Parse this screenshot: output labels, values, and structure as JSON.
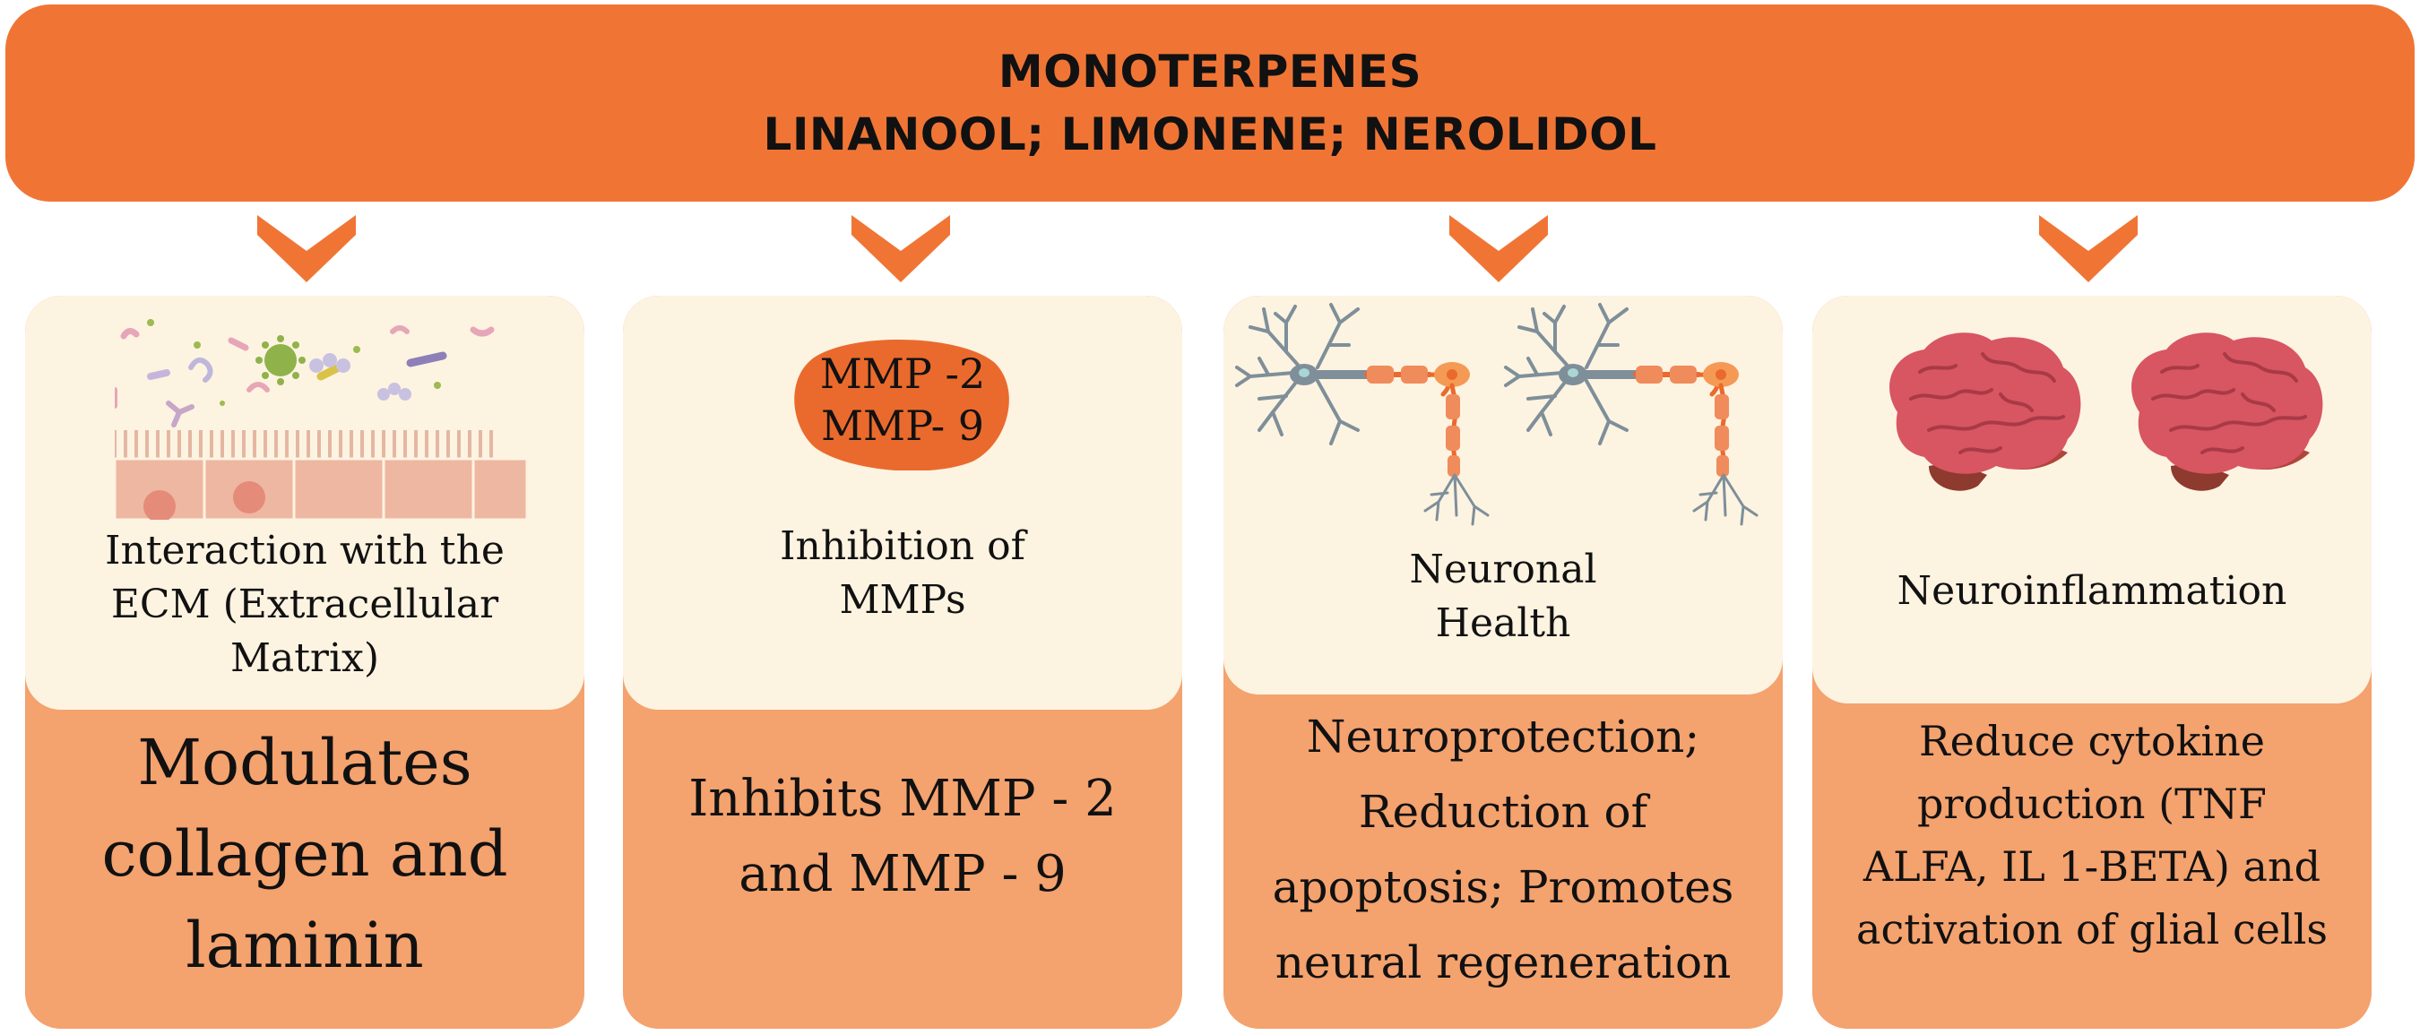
{
  "banner": {
    "line1": "MONOTERPENES",
    "line2": "LINANOOL; LIMONENE; NEROLIDOL"
  },
  "cards": [
    {
      "title": "Interaction with the ECM (Extracellular Matrix)",
      "title_lines": [
        "Interaction with the",
        "ECM (Extracellular",
        "Matrix)"
      ],
      "body_lines": [
        "Modulates",
        "collagen and",
        "laminin"
      ],
      "icon": "extracellular-matrix-icon"
    },
    {
      "title_lines": [
        "Inhibition of",
        "MMPs"
      ],
      "badge_lines": [
        "MMP -2",
        "MMP- 9"
      ],
      "body_lines": [
        "Inhibits MMP - 2",
        "and MMP - 9"
      ],
      "icon": "mmp-blob-icon"
    },
    {
      "title_lines": [
        "Neuronal",
        "Health"
      ],
      "body_lines": [
        "Neuroprotection;",
        "Reduction of",
        "apoptosis; Promotes",
        "neural regeneration"
      ],
      "icon": "neuron-icon"
    },
    {
      "title_lines": [
        "Neuroinflammation"
      ],
      "body_lines": [
        "Reduce cytokine",
        "production (TNF",
        "ALFA, IL 1-BETA) and",
        "activation of glial cells"
      ],
      "icon": "brain-icon"
    }
  ],
  "colors": {
    "banner": "#F07535",
    "card_bottom": "#F4A26E",
    "card_top": "#FDF3E1",
    "arrow": "#F07535"
  }
}
